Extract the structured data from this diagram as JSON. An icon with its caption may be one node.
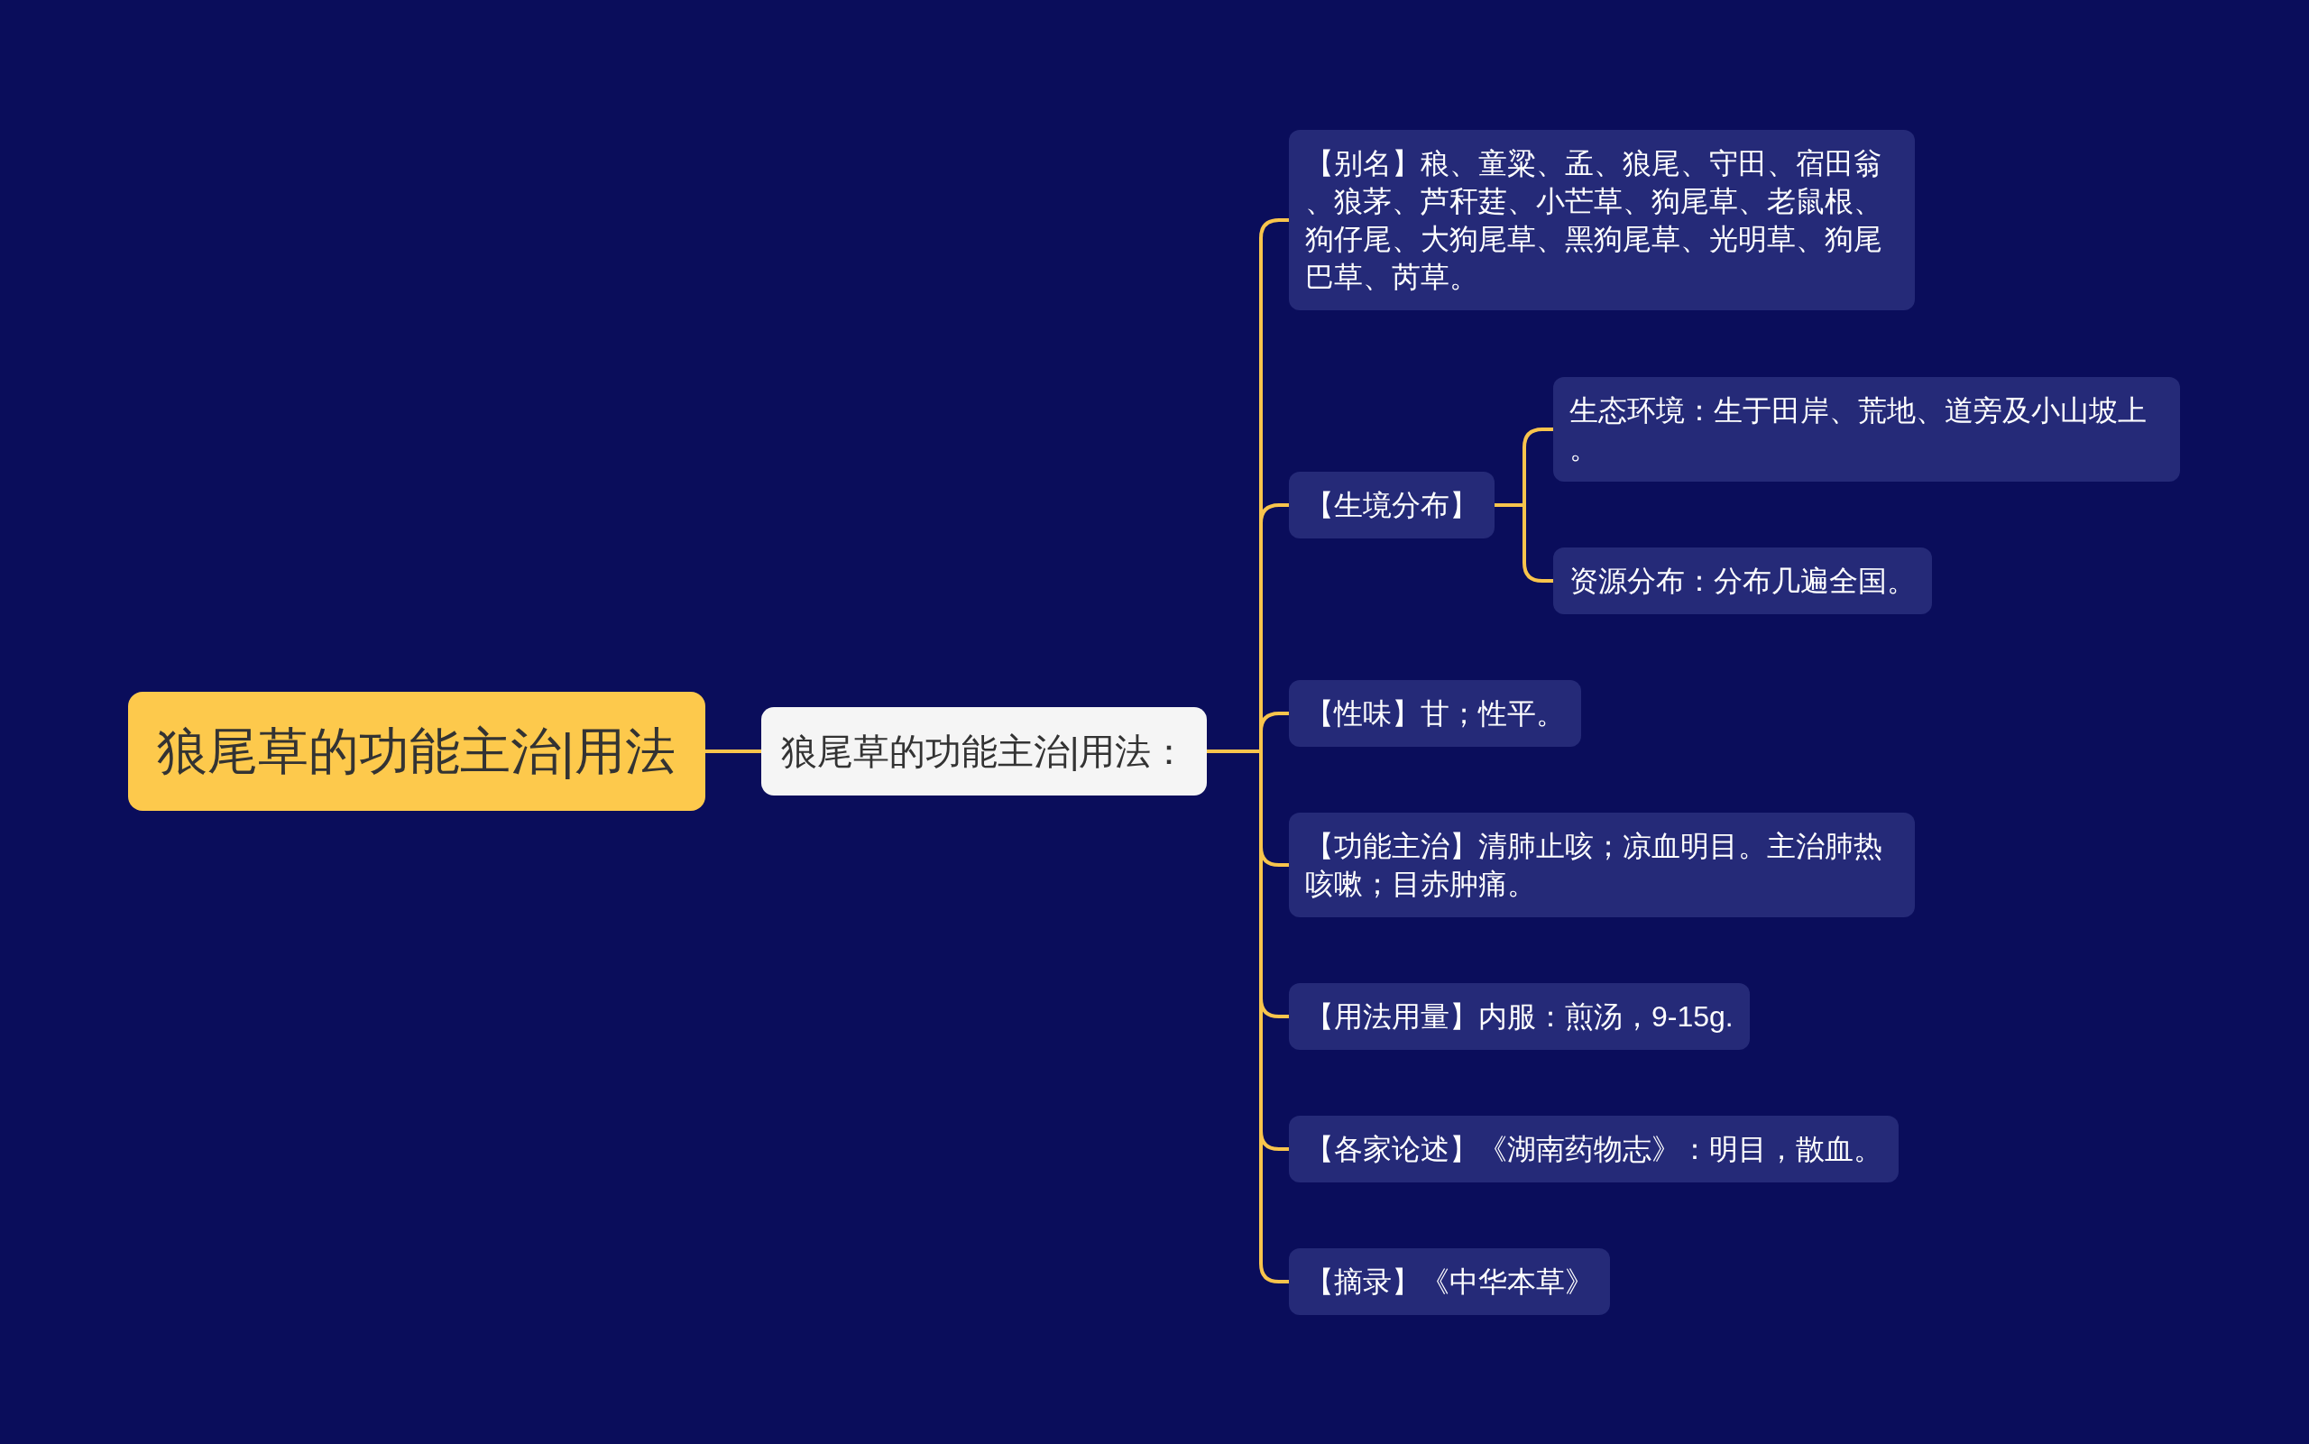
{
  "diagram": {
    "nodes": [
      {
        "text": [
          "狼尾草的功能主治|用法"
        ]
      },
      {
        "text": [
          "狼尾草的功能主治|用法："
        ]
      },
      {
        "text": [
          "【别名】稂、童粱、孟、狼尾、守田、宿田翁、狼茅、芦秆莛、小芒草、狗尾草、老鼠根、狗仔尾、大狗尾草、黑狗尾草、光明草、狗尾巴草、芮草。"
        ]
      },
      {
        "text": [
          "【生境分布】"
        ]
      },
      {
        "text": [
          "生态环境：生于田岸、荒地、道旁及小山坡上。"
        ]
      },
      {
        "text": [
          "资源分布：分布几遍全国。"
        ]
      },
      {
        "text": [
          "【性味】甘；性平。"
        ]
      },
      {
        "text": [
          "【功能主治】清肺止咳；凉血明目。主治肺热咳嗽；目赤肿痛。"
        ]
      },
      {
        "text": [
          "【用法用量】内服：煎汤，9-15g."
        ]
      },
      {
        "text": [
          "【各家论述】《湖南药物志》：明目，散血。"
        ]
      },
      {
        "text": [
          "【摘录】《中华本草》"
        ]
      }
    ],
    "edges": [
      {
        "from": 0,
        "to": 1,
        "arrow": "none"
      },
      {
        "from": 1,
        "to": 2,
        "arrow": "none"
      },
      {
        "from": 1,
        "to": 3,
        "arrow": "none"
      },
      {
        "from": 3,
        "to": 4,
        "arrow": "none"
      },
      {
        "from": 3,
        "to": 5,
        "arrow": "none"
      },
      {
        "from": 1,
        "to": 6,
        "arrow": "none"
      },
      {
        "from": 1,
        "to": 7,
        "arrow": "none"
      },
      {
        "from": 1,
        "to": 8,
        "arrow": "none"
      },
      {
        "from": 1,
        "to": 9,
        "arrow": "none"
      },
      {
        "from": 1,
        "to": 10,
        "arrow": "none"
      }
    ]
  }
}
